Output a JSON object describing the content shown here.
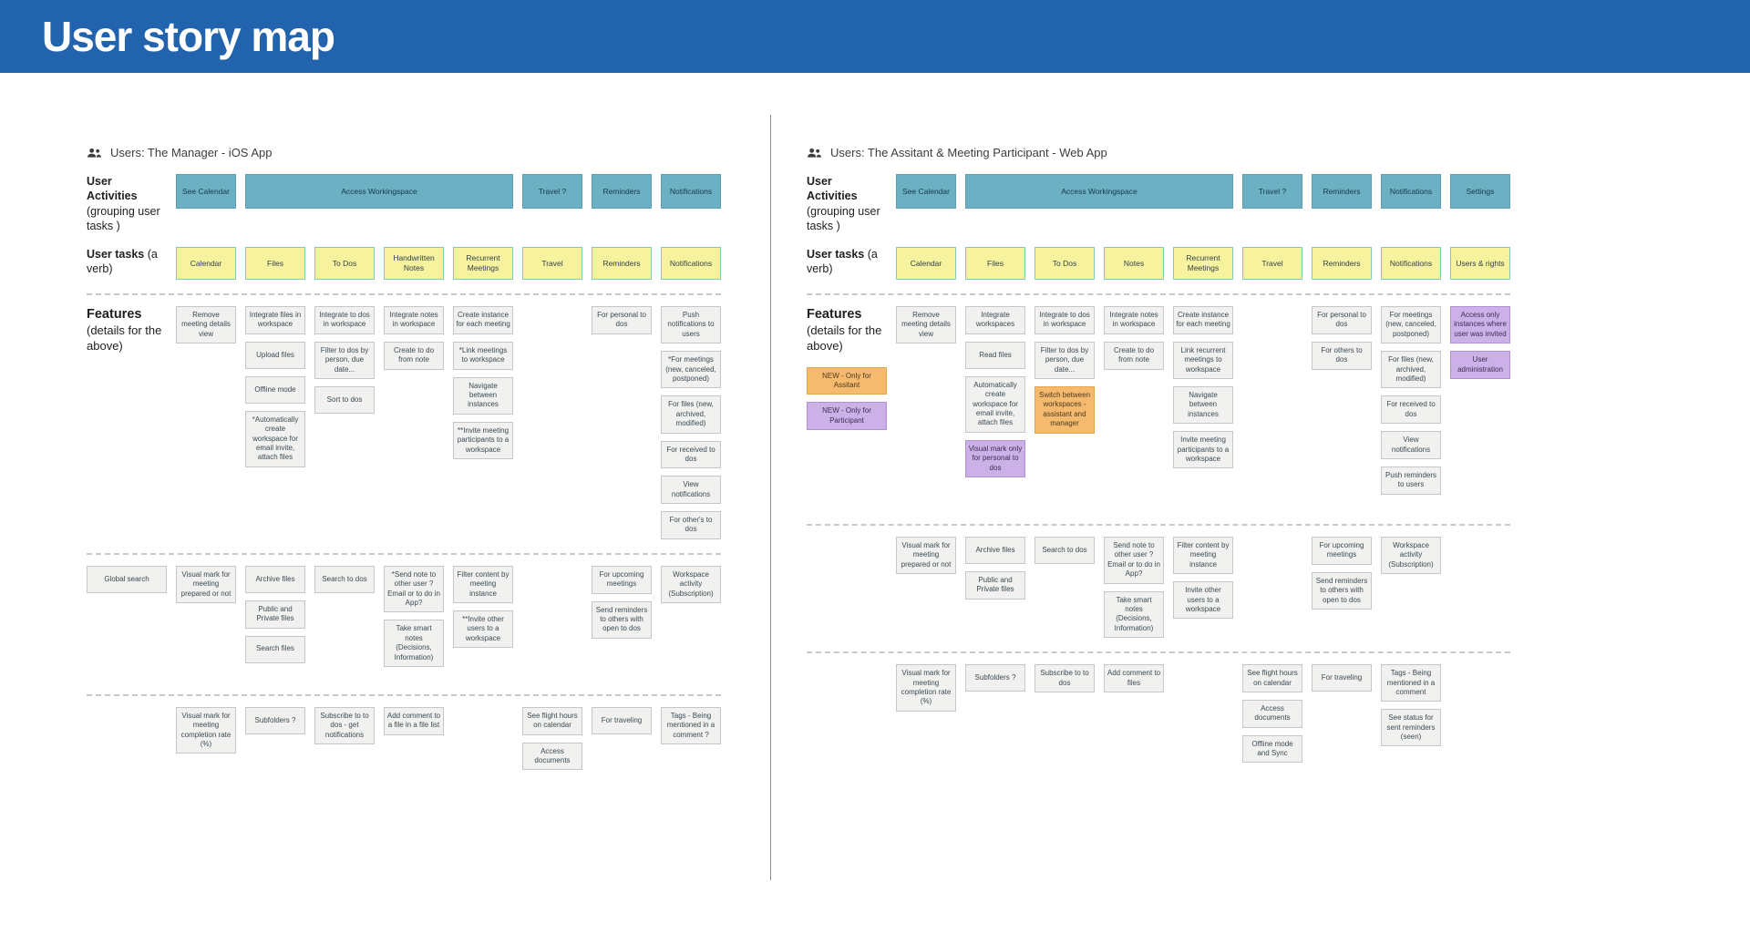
{
  "title": "User story map",
  "row_labels": {
    "activities_bold": "User Activities",
    "activities_note": "(grouping user tasks )",
    "tasks_bold": "User tasks",
    "tasks_note": "(a verb)",
    "features_bold": "Features",
    "features_note": "(details for the above)"
  },
  "colors": {
    "header_blue": "#2263ae",
    "activity_teal": "#6cb0c3",
    "task_yellow": "#f6f29e",
    "card_gray": "#f1f1f0",
    "note_orange": "#f6ba6e",
    "note_purple": "#ccb1e9"
  },
  "icons": {
    "panel_header_icon": "users-icon"
  },
  "panels": [
    {
      "id": "manager",
      "header": "Users: The Manager - iOS App",
      "column_count": 8,
      "activities": [
        {
          "label": "See Calendar",
          "start": 1,
          "span": 1
        },
        {
          "label": "Access Workingspace",
          "start": 2,
          "span": 4
        },
        {
          "label": "Travel ?",
          "start": 6,
          "span": 1
        },
        {
          "label": "Reminders",
          "start": 7,
          "span": 1
        },
        {
          "label": "Notifications",
          "start": 8,
          "span": 1
        }
      ],
      "tasks": [
        "Calendar",
        "Files",
        "To Dos",
        "Handwritten Notes",
        "Recurrent Meetings",
        "Travel",
        "Reminders",
        "Notifications"
      ],
      "bands": [
        {
          "label_cards": [],
          "columns": [
            [
              {
                "t": "Remove meeting details view"
              }
            ],
            [
              {
                "t": "Integrate files in workspace"
              },
              {
                "t": "Upload files"
              },
              {
                "t": "Offline mode"
              },
              {
                "t": "*Automatically create workspace for email invite, attach files"
              }
            ],
            [
              {
                "t": "Integrate to dos in workspace"
              },
              {
                "t": "Filter to dos by person, due date..."
              },
              {
                "t": "Sort to dos"
              }
            ],
            [
              {
                "t": "Integrate notes in workspace"
              },
              {
                "t": "Create to do from note"
              }
            ],
            [
              {
                "t": "Create instance for each meeting"
              },
              {
                "t": "*Link meetings to workspace"
              },
              {
                "t": "Navigate between instances"
              },
              {
                "t": "**Invite meeting participants to a workspace"
              }
            ],
            [],
            [
              {
                "t": "For personal to dos"
              }
            ],
            [
              {
                "t": "Push notifications to users"
              },
              {
                "t": "*For meetings (new, canceled, postponed)"
              },
              {
                "t": "For files (new, archived, modified)"
              },
              {
                "t": "For received to dos"
              },
              {
                "t": "View notifications"
              },
              {
                "t": "For other's to dos"
              }
            ]
          ]
        },
        {
          "label_cards": [
            {
              "t": "Global search"
            }
          ],
          "columns": [
            [
              {
                "t": "Visual mark for meeting prepared or not"
              }
            ],
            [
              {
                "t": "Archive files"
              },
              {
                "t": "Public and Private files"
              },
              {
                "t": "Search files"
              }
            ],
            [
              {
                "t": "Search to dos"
              }
            ],
            [
              {
                "t": "*Send note to other user ? Email or to do in App?"
              },
              {
                "t": "Take smart notes (Decisions, Information)"
              }
            ],
            [
              {
                "t": "Filter content by meeting instance"
              },
              {
                "t": "**Invite other users to a workspace"
              }
            ],
            [],
            [
              {
                "t": "For upcoming meetings"
              },
              {
                "t": "Send reminders to others with open to dos"
              }
            ],
            [
              {
                "t": "Workspace activity (Subscription)"
              }
            ]
          ]
        },
        {
          "label_cards": [],
          "columns": [
            [
              {
                "t": "Visual mark for meeting completion rate (%)"
              }
            ],
            [
              {
                "t": "Subfolders ?"
              }
            ],
            [
              {
                "t": "Subscribe to to dos - get notifications"
              }
            ],
            [
              {
                "t": "Add comment to a file in a file list"
              }
            ],
            [],
            [
              {
                "t": "See flight hours on calendar"
              },
              {
                "t": "Access documents"
              }
            ],
            [
              {
                "t": "For traveling"
              }
            ],
            [
              {
                "t": "Tags - Being mentioned in a comment ?"
              }
            ]
          ]
        }
      ]
    },
    {
      "id": "assistant",
      "header": "Users: The Assitant & Meeting Participant - Web App",
      "column_count": 9,
      "activities": [
        {
          "label": "See Calendar",
          "start": 1,
          "span": 1
        },
        {
          "label": "Access Workingspace",
          "start": 2,
          "span": 4
        },
        {
          "label": "Travel ?",
          "start": 6,
          "span": 1
        },
        {
          "label": "Reminders",
          "start": 7,
          "span": 1
        },
        {
          "label": "Notifications",
          "start": 8,
          "span": 1
        },
        {
          "label": "Settings",
          "start": 9,
          "span": 1
        }
      ],
      "tasks": [
        "Calendar",
        "Files",
        "To Dos",
        "Notes",
        "Recurrent Meetings",
        "Travel",
        "Reminders",
        "Notifications",
        "Users & rights"
      ],
      "bands": [
        {
          "label_cards": [
            {
              "t": "NEW - Only for Assitant",
              "c": "orange"
            },
            {
              "t": "NEW - Only for Participant",
              "c": "purple"
            }
          ],
          "columns": [
            [
              {
                "t": "Remove meeting details view"
              }
            ],
            [
              {
                "t": "Integrate workspaces"
              },
              {
                "t": "Read files"
              },
              {
                "t": "Automatically create workspace for email invite, attach files"
              },
              {
                "t": "Visual mark only for personal to dos",
                "c": "purple"
              }
            ],
            [
              {
                "t": "Integrate to dos in workspace"
              },
              {
                "t": "Filter to dos by person, due date..."
              },
              {
                "t": "Switch between workspaces - assistant and manager",
                "c": "orange"
              }
            ],
            [
              {
                "t": "Integrate notes in workspace"
              },
              {
                "t": "Create to do from note"
              }
            ],
            [
              {
                "t": "Create instance for each meeting"
              },
              {
                "t": "Link recurrent meetings to workspace"
              },
              {
                "t": "Navigate between instances"
              },
              {
                "t": "Invite meeting participants to a workspace"
              }
            ],
            [],
            [
              {
                "t": "For personal to dos"
              },
              {
                "t": "For others to dos"
              }
            ],
            [
              {
                "t": "For meetings (new, canceled, postponed)"
              },
              {
                "t": "For files (new, archived, modified)"
              },
              {
                "t": "For received to dos"
              },
              {
                "t": "View notifications"
              },
              {
                "t": "Push reminders to users"
              }
            ],
            [
              {
                "t": "Access only instances where user was invited",
                "c": "purple"
              },
              {
                "t": "User administration",
                "c": "purple"
              }
            ]
          ]
        },
        {
          "label_cards": [],
          "columns": [
            [
              {
                "t": "Visual mark for meeting prepared or not"
              }
            ],
            [
              {
                "t": "Archive files"
              },
              {
                "t": "Public and Private files"
              }
            ],
            [
              {
                "t": "Search to dos"
              }
            ],
            [
              {
                "t": "Send note to other user ? Email or to do in App?"
              },
              {
                "t": "Take smart notes (Decisions, Information)"
              }
            ],
            [
              {
                "t": "Filter content by meeting instance"
              },
              {
                "t": "Invite other users to a workspace"
              }
            ],
            [],
            [
              {
                "t": "For upcoming meetings"
              },
              {
                "t": "Send reminders to others with open to dos"
              }
            ],
            [
              {
                "t": "Workspace activity (Subscription)"
              }
            ],
            []
          ]
        },
        {
          "label_cards": [],
          "columns": [
            [
              {
                "t": "Visual mark for meeting completion rate (%)"
              }
            ],
            [
              {
                "t": "Subfolders ?"
              }
            ],
            [
              {
                "t": "Subscribe to to dos"
              }
            ],
            [
              {
                "t": "Add comment to files"
              }
            ],
            [],
            [
              {
                "t": "See flight hours on calendar"
              },
              {
                "t": "Access documents"
              },
              {
                "t": "Offline mode and Sync"
              }
            ],
            [
              {
                "t": "For traveling"
              }
            ],
            [
              {
                "t": "Tags - Being mentioned in a comment"
              },
              {
                "t": "See status for sent reminders (seen)"
              }
            ],
            []
          ]
        }
      ]
    }
  ]
}
